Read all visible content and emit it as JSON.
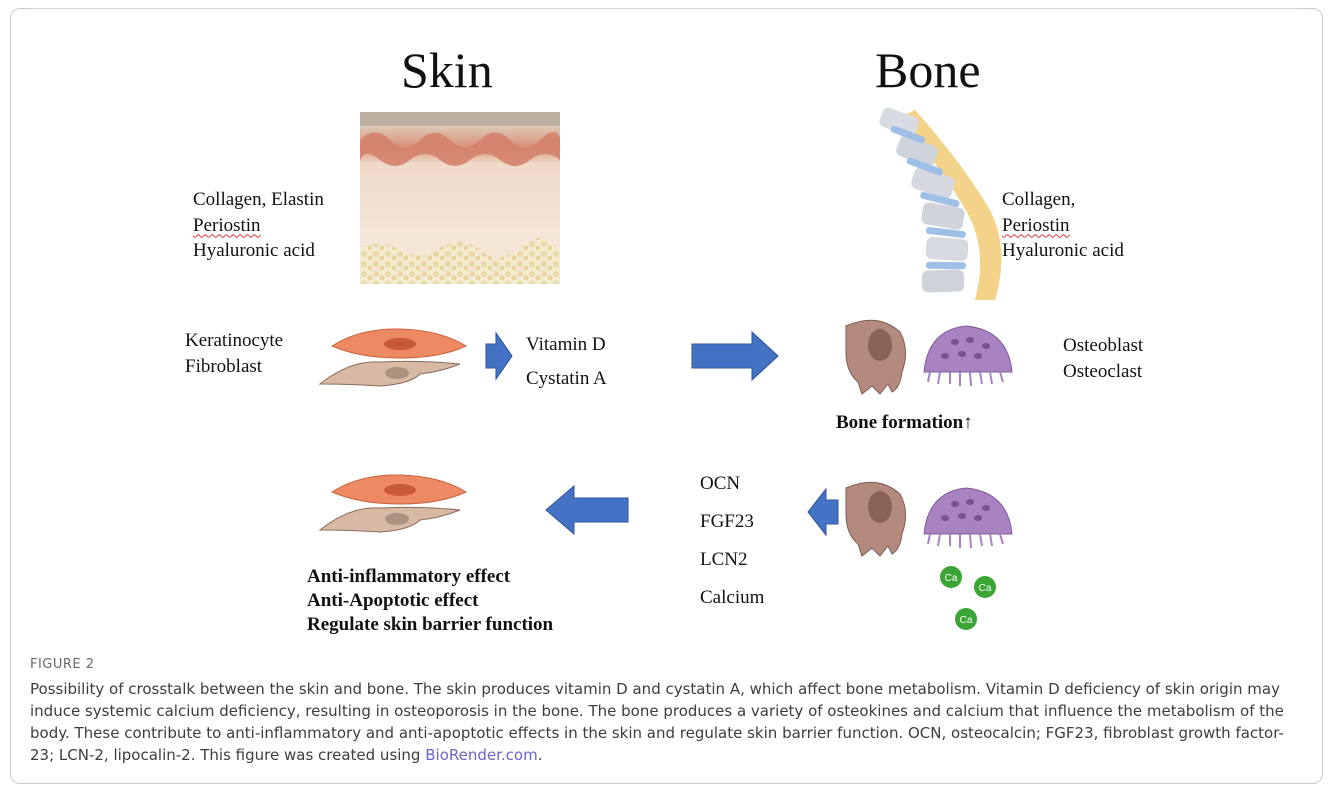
{
  "figure": {
    "skin_title": "Skin",
    "bone_title": "Bone",
    "skin_matrix": [
      "Collagen, Elastin",
      "Periostin",
      "Hyaluronic acid"
    ],
    "bone_matrix": [
      "Collagen,",
      "Periostin",
      "Hyaluronic acid"
    ],
    "skin_cells": [
      "Keratinocyte",
      "Fibroblast"
    ],
    "skin_factors": [
      "Vitamin D",
      "Cystatin A"
    ],
    "bone_cells": [
      "Osteoblast",
      "Osteoclast"
    ],
    "bone_formation": "Bone formation↑",
    "osteokines": [
      "OCN",
      "FGF23",
      "LCN2",
      "Calcium"
    ],
    "calcium_symbol": "Ca",
    "effects": [
      "Anti-inflammatory effect",
      "Anti-Apoptotic effect",
      "Regulate skin barrier function"
    ]
  },
  "caption": {
    "label": "FIGURE 2",
    "text": "Possibility of crosstalk between the skin and bone. The skin produces vitamin D and cystatin A, which affect bone metabolism. Vitamin D deficiency of skin origin may induce systemic calcium deficiency, resulting in osteoporosis in the bone. The bone produces a variety of osteokines and calcium that influence the metabolism of the body. These contribute to anti-inflammatory and anti-apoptotic effects in the skin and regulate skin barrier function. OCN, osteocalcin; FGF23, fibroblast growth factor-23; LCN-2, lipocalin-2. This figure was created using ",
    "link": "BioRender.com",
    "end": "."
  },
  "colors": {
    "arrow_fill": "#4472c4",
    "arrow_stroke": "#2f5597",
    "keratinocyte": "#ee8a63",
    "fibroblast": "#d8b9a4",
    "osteoblast": "#b48a7e",
    "osteoclast": "#a982c2",
    "calcium": "#3aa535"
  }
}
